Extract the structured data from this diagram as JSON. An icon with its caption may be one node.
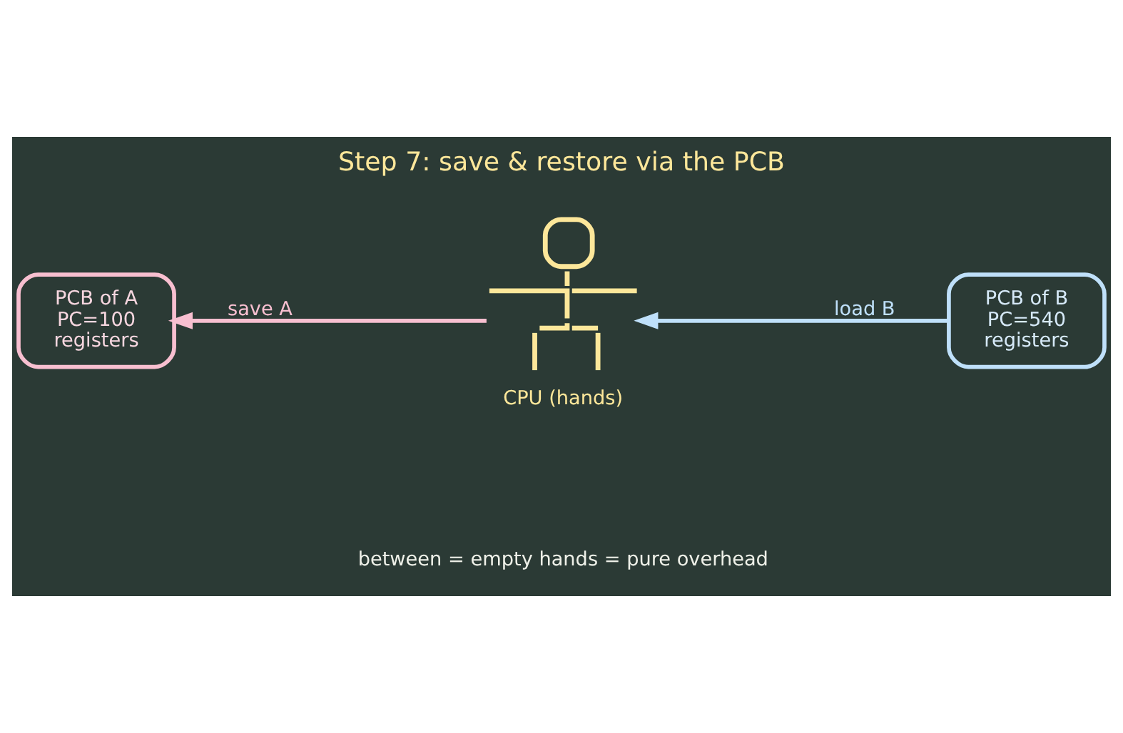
{
  "diagram": {
    "title": "Step 7: save & restore via the PCB",
    "nodes": [
      {
        "text": [
          "PCB of A",
          "PC=100",
          "registers"
        ]
      },
      {
        "text": [],
        "shape": "person",
        "beside": [
          "CPU (hands)"
        ]
      },
      {
        "text": [
          "PCB of B",
          "PC=540",
          "registers"
        ]
      }
    ],
    "edges": [
      {
        "from": 1,
        "to": 0,
        "arrow": "to",
        "label": "save A",
        "color": "#f8bfd0"
      },
      {
        "from": 2,
        "to": 1,
        "arrow": "to",
        "label": "load B",
        "color": "#bfe0fa"
      }
    ],
    "labels": [
      "between = empty hands = pure overhead"
    ]
  }
}
